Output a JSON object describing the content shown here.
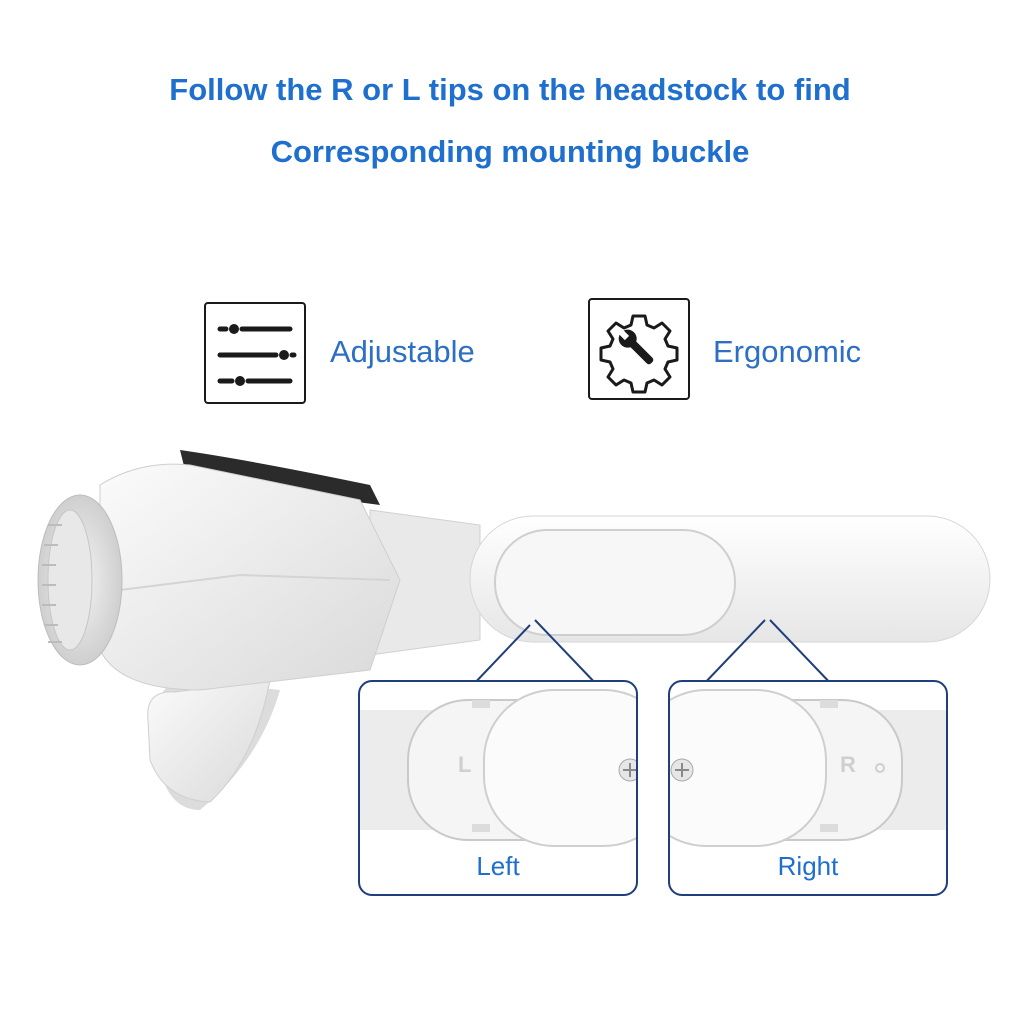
{
  "headline": {
    "line1": "Follow the R or L tips on the headstock to find",
    "line2": "Corresponding mounting buckle"
  },
  "features": [
    {
      "label": "Adjustable",
      "icon": "sliders-icon"
    },
    {
      "label": "Ergonomic",
      "icon": "gear-wrench-icon"
    }
  ],
  "callouts": {
    "left": {
      "label": "Left",
      "marking": "L"
    },
    "right": {
      "label": "Right",
      "marking": "R"
    }
  },
  "colors": {
    "accent": "#1f6fcf",
    "callout_border": "#1f3f7a",
    "icon_stroke": "#1a1a1a"
  }
}
